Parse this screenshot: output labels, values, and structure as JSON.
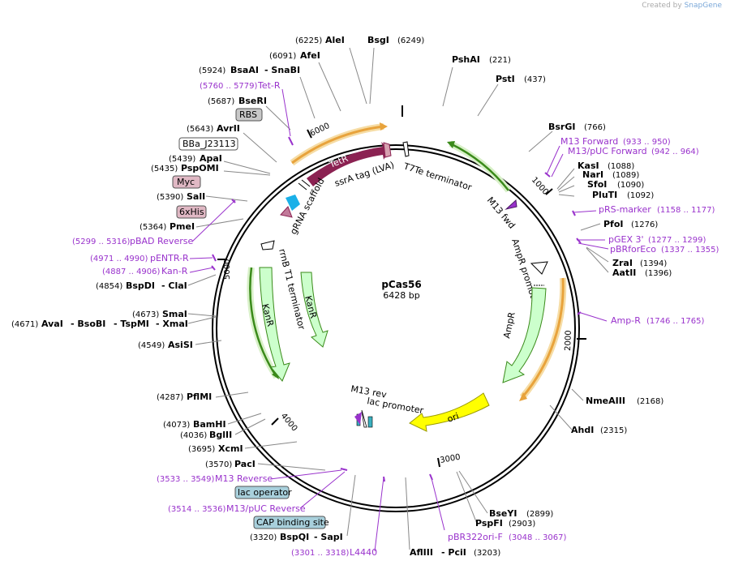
{
  "credit": {
    "prefix": "Created by",
    "brand": "SnapGene"
  },
  "center": {
    "name": "pCas56",
    "length": "6428 bp"
  },
  "ticks": [
    "1000",
    "2000",
    "3000",
    "4000",
    "5000",
    "6000"
  ],
  "features": {
    "tetr": "TetR",
    "ssra": "ssrA tag (LVA)",
    "t7te": "T7Te terminator",
    "m13fwd": "M13 fwd",
    "ampr_promoter": "AmpR promoter",
    "ampr": "AmpR",
    "ori": "ori",
    "lac_promoter": "lac promoter",
    "m13rev": "M13 rev",
    "kanr1": "KanR",
    "kanr2": "KanR",
    "rrnb": "rrnB T1 terminator",
    "grna": "gRNA scaffold"
  },
  "colors": {
    "tetr": "#8B2252",
    "ampr": "#CCFFCC",
    "ori": "#FFFF00",
    "primer": "#9932CC",
    "orange": "#E8A33C",
    "green": "#3A8A1A"
  },
  "sites": [
    {
      "name": "AleI",
      "num": "(6225)"
    },
    {
      "name": "BsgI",
      "num": "(6249)"
    },
    {
      "name": "AfeI",
      "num": "(6091)"
    },
    {
      "name": "PshAI",
      "num": "(221)"
    },
    {
      "name": "BsaAI",
      "num": "(5924)",
      "extra": "- SnaBI"
    },
    {
      "name": "PstI",
      "num": "(437)"
    },
    {
      "name": "BseRI",
      "num": "(5687)"
    },
    {
      "name": "BsrGI",
      "num": "(766)"
    },
    {
      "name": "AvrII",
      "num": "(5643)"
    },
    {
      "name": "ApaI",
      "num": "(5439)"
    },
    {
      "name": "PspOMI",
      "num": "(5435)"
    },
    {
      "name": "KasI",
      "num": "(1088)"
    },
    {
      "name": "NarI",
      "num": "(1089)"
    },
    {
      "name": "SfoI",
      "num": "(1090)"
    },
    {
      "name": "PluTI",
      "num": "(1092)"
    },
    {
      "name": "SalI",
      "num": "(5390)"
    },
    {
      "name": "PmeI",
      "num": "(5364)"
    },
    {
      "name": "PfoI",
      "num": "(1276)"
    },
    {
      "name": "ZraI",
      "num": "(1394)"
    },
    {
      "name": "AatII",
      "num": "(1396)"
    },
    {
      "name": "BspDI",
      "num": "(4854)",
      "extra": "- ClaI"
    },
    {
      "name": "SmaI",
      "num": "(4673)"
    },
    {
      "name": "AvaI",
      "num": "(4671)",
      "extra": "- BsoBI",
      "extra2": "- TspMI",
      "extra3": "- XmaI"
    },
    {
      "name": "AsiSI",
      "num": "(4549)"
    },
    {
      "name": "NmeAIII",
      "num": "(2168)"
    },
    {
      "name": "PflMI",
      "num": "(4287)"
    },
    {
      "name": "AhdI",
      "num": "(2315)"
    },
    {
      "name": "BamHI",
      "num": "(4073)"
    },
    {
      "name": "BglII",
      "num": "(4036)"
    },
    {
      "name": "XcmI",
      "num": "(3695)"
    },
    {
      "name": "PacI",
      "num": "(3570)"
    },
    {
      "name": "BseYI",
      "num": "(2899)"
    },
    {
      "name": "PspFI",
      "num": "(2903)"
    },
    {
      "name": "BspQI",
      "num": "(3320)",
      "extra": "- SapI"
    },
    {
      "name": "AflIII",
      "num": "",
      "extra": "- PciI",
      "extra_num": "(3203)"
    }
  ],
  "primers": [
    {
      "name": "Tet-R",
      "num": "(5760 .. 5779)"
    },
    {
      "name": "M13 Forward",
      "num": "(933 .. 950)"
    },
    {
      "name": "M13/pUC Forward",
      "num": "(942 .. 964)"
    },
    {
      "name": "pRS-marker",
      "num": "(1158 .. 1177)"
    },
    {
      "name": "pGEX 3'",
      "num": "(1277 .. 1299)"
    },
    {
      "name": "pBRforEco",
      "num": "(1337 .. 1355)"
    },
    {
      "name": "pBAD Reverse",
      "num": "(5299 .. 5316)"
    },
    {
      "name": "pENTR-R",
      "num": "(4971 .. 4990)"
    },
    {
      "name": "Kan-R",
      "num": "(4887 .. 4906)"
    },
    {
      "name": "Amp-R",
      "num": "(1746 .. 1765)"
    },
    {
      "name": "M13 Reverse",
      "num": "(3533 .. 3549)"
    },
    {
      "name": "M13/pUC Reverse",
      "num": "(3514 .. 3536)"
    },
    {
      "name": "pBR322ori-F",
      "num": "(3048 .. 3067)"
    },
    {
      "name": "L4440",
      "num": "(3301 .. 3318)"
    }
  ],
  "boxes": {
    "rbs": "RBS",
    "bba": "BBa_J23113",
    "myc": "Myc",
    "his": "6xHis",
    "lacop": "lac operator",
    "cap": "CAP binding site"
  }
}
